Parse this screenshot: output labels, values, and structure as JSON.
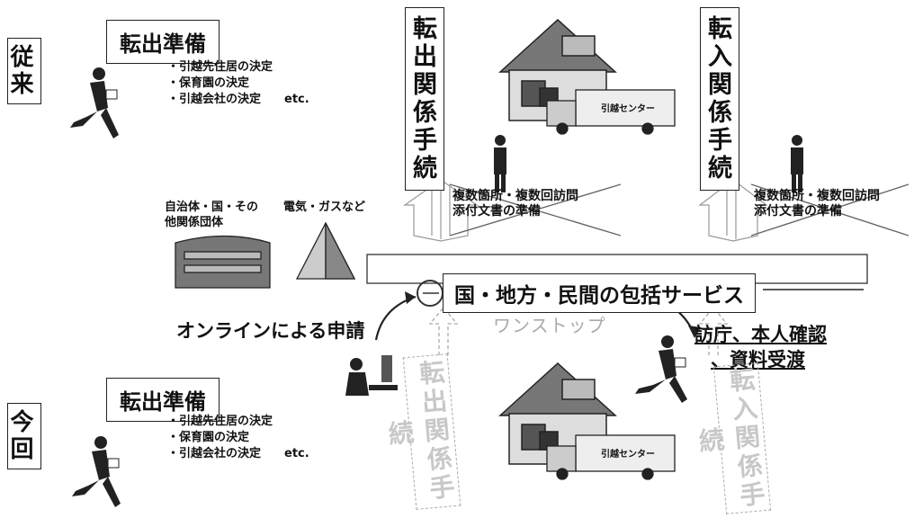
{
  "era": {
    "conventional": "従来",
    "now": "今回"
  },
  "prep": {
    "title": "転出準備",
    "items": [
      "・引越先住居の決定",
      "・保育園の決定",
      "・引越会社の決定"
    ],
    "etc": "etc."
  },
  "procedures": {
    "move_out": "転出関係手続",
    "move_in": "転入関係手続",
    "burden_line1": "複数箇所・複数回訪問",
    "burden_line2": "添付文書の準備"
  },
  "actors": {
    "government": "自治体・国・その他関係団体",
    "utilities": "電気・ガスなど"
  },
  "service": {
    "title": "国・地方・民間の包括サービス",
    "online": "オンラインによる申請",
    "onestop": "ワンストップ",
    "visit_line1": "訪庁、本人確認",
    "visit_line2": "、資料受渡"
  },
  "truck_label": "引越センター",
  "icons": [
    "running-person-icon",
    "house-icon",
    "truck-icon",
    "government-building-icon",
    "utility-tower-icon",
    "staff-person-icon",
    "computer-user-icon",
    "double-arrow-icon"
  ]
}
